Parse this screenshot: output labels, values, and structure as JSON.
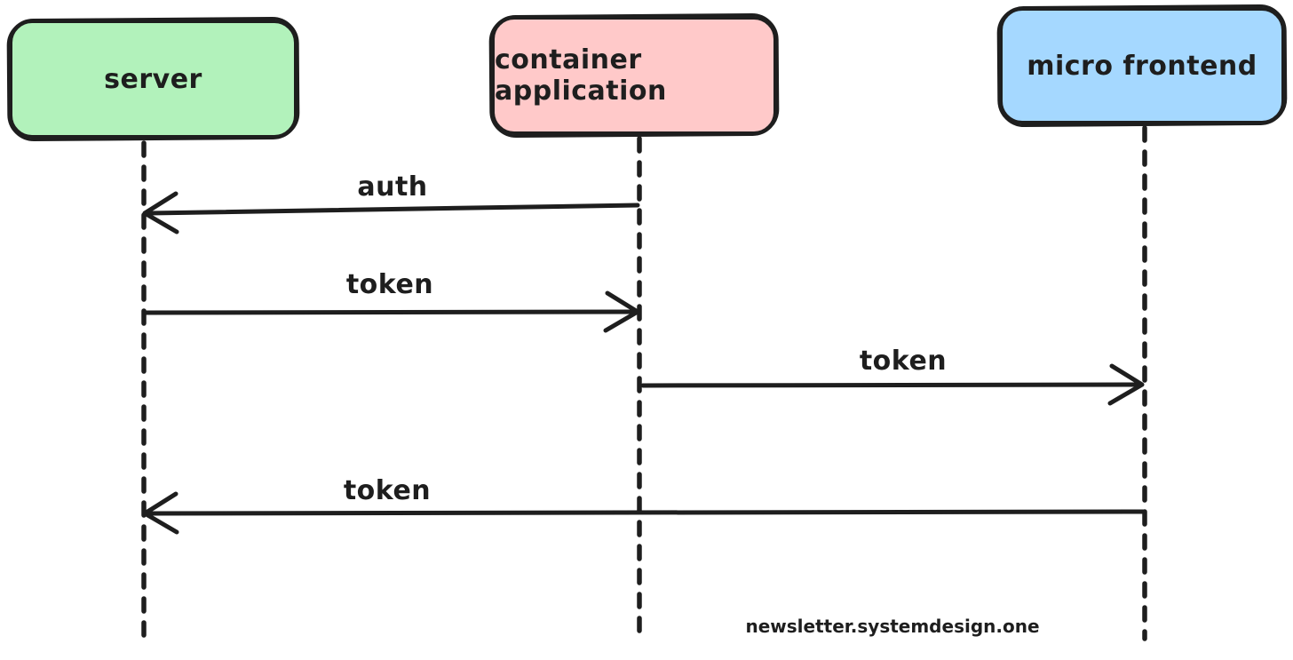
{
  "diagram": {
    "type": "sequence-diagram",
    "actors": [
      {
        "id": "server",
        "label": "server",
        "fill": "#b2f2bb"
      },
      {
        "id": "container-application",
        "label": "container application",
        "fill": "#ffc9c9"
      },
      {
        "id": "micro-frontend",
        "label": "micro frontend",
        "fill": "#a5d8ff"
      }
    ],
    "messages": [
      {
        "label": "auth",
        "from": "container-application",
        "to": "server",
        "direction": "left"
      },
      {
        "label": "token",
        "from": "server",
        "to": "container-application",
        "direction": "right"
      },
      {
        "label": "token",
        "from": "container-application",
        "to": "micro-frontend",
        "direction": "right"
      },
      {
        "label": "token",
        "from": "micro-frontend",
        "to": "server",
        "direction": "left"
      }
    ],
    "footer": "newsletter.systemdesign.one",
    "colors": {
      "stroke": "#1e1e1e",
      "background": "#ffffff",
      "server_fill": "#b2f2bb",
      "container_application_fill": "#ffc9c9",
      "micro_frontend_fill": "#a5d8ff"
    }
  }
}
